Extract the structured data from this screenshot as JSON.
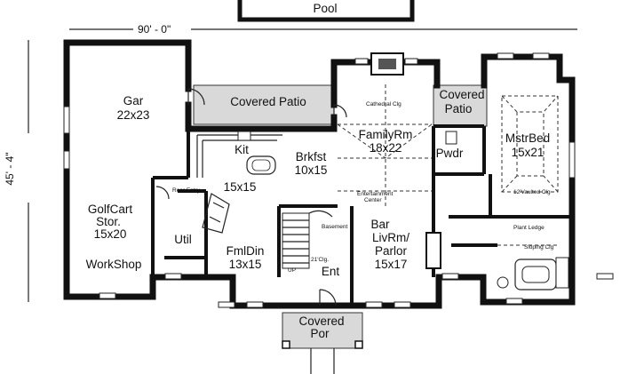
{
  "labels": {
    "pool": "Pool",
    "width_dim": "90' - 0\"",
    "depth_dim": "45' - 4\"",
    "gar_name": "Gar",
    "gar_size": "22x23",
    "covered_patio": "Covered Patio",
    "cathedral": "Cathedral Clg",
    "family_name": "FamilyRm",
    "family_size": "18x22",
    "patio2_line1": "Covered",
    "patio2_line2": "Patio",
    "mstr_name": "MstrBed",
    "mstr_size": "15x21",
    "vaulted": "12'Vaulted Clg",
    "kit": "Kit",
    "kit_size": "15x15",
    "brkfst_name": "Brkfst",
    "brkfst_size": "10x15",
    "pwdr": "Pwdr",
    "rear_entry": "Rear Entry",
    "golfcart_line1": "GolfCart",
    "golfcart_line2": "Stor.",
    "golfcart_size": "15x20",
    "util": "Util",
    "entertainment_line1": "Entertainment",
    "entertainment_line2": "Center",
    "bar": "Bar",
    "basement": "Basement",
    "fmldin_name": "FmlDin",
    "fmldin_size": "13x15",
    "livrm_line1": "LivRm/",
    "livrm_line2": "Parlor",
    "livrm_size": "15x17",
    "plant_ledge": "Plant Ledge",
    "sloping": "Sloping Clg",
    "workshop": "WorkShop",
    "clg21": "21'Clg.",
    "up": "UP",
    "ent": "Ent",
    "por_line1": "Covered",
    "por_line2": "Por"
  }
}
